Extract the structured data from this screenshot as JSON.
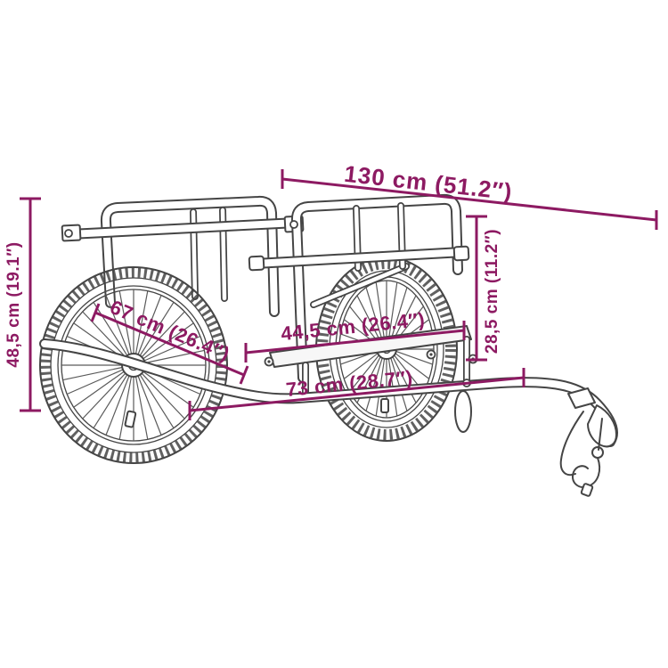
{
  "colors": {
    "accent": "#8d1a62",
    "line": "#454545",
    "background": "#ffffff"
  },
  "diagram": {
    "subject": "bicycle cargo trailer dimension drawing",
    "dimensions": {
      "overall_length": "130 cm (51.2″)",
      "overall_height": "48,5 cm (19.1″)",
      "inner_width": "67 cm (26.4″)",
      "inner_length": "44,5 cm (26.4″)",
      "side_height": "28,5 cm (11.2″)",
      "bed_length": "73 cm (28.7″)"
    }
  }
}
